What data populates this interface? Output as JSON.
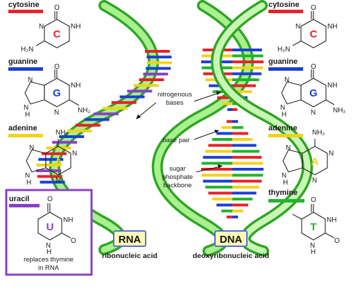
{
  "bases": {
    "cytosine": {
      "name": "cytosine",
      "letter": "C",
      "color": "#e8202a"
    },
    "guanine": {
      "name": "guanine",
      "letter": "G",
      "color": "#1a3fd6"
    },
    "adenine": {
      "name": "adenine",
      "letter": "A",
      "color": "#f2d21b"
    },
    "thymine": {
      "name": "thymine",
      "letter": "T",
      "color": "#20b52a"
    },
    "uracil": {
      "name": "uracil",
      "letter": "U",
      "color": "#8a3fc8"
    }
  },
  "atoms": {
    "O": "O",
    "N": "N",
    "NH": "NH",
    "NH2": "NH₂",
    "H2N": "H₂N",
    "H": "H"
  },
  "uracil_note": {
    "line1": "replaces thymine",
    "line2": "in RNA"
  },
  "annotations": {
    "nitrogenous_line1": "nitrogenous",
    "nitrogenous_line2": "bases",
    "base_pair": "base pair",
    "sugar_line1": "sugar",
    "sugar_line2": "phosphate",
    "sugar_line3": "backbone"
  },
  "rna": {
    "badge": "RNA",
    "subtitle": "ribonucleic acid"
  },
  "dna": {
    "badge": "DNA",
    "subtitle": "deoxyribonucleic acid"
  },
  "colors": {
    "backbone": "#74e05a",
    "backbone_light": "#c8f7b5",
    "badge_fill": "#fff9b8",
    "badge_stroke": "#5a6bd8",
    "uracil_box": "#8a3fc8"
  }
}
